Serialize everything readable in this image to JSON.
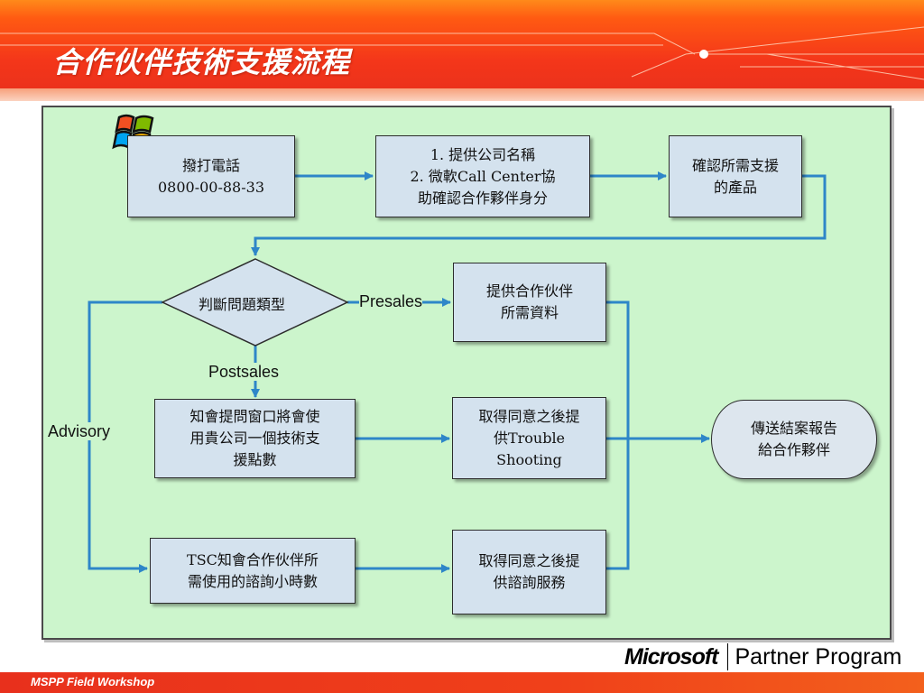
{
  "slide": {
    "title": "合作伙伴技術支援流程",
    "footer_text": "MSPP Field Workshop",
    "brand_company": "Microsoft",
    "brand_program": "Partner Program"
  },
  "flow": {
    "call": "撥打電話\n0800-00-88-33",
    "provide_company": "1. 提供公司名稱\n2. 微軟Call Center協\n助確認合作夥伴身分",
    "confirm_product": "確認所需支援\n的產品",
    "decision": "判斷問題類型",
    "label_presales": "Presales",
    "label_postsales": "Postsales",
    "label_advisory": "Advisory",
    "presales_info": "提供合作伙伴\n所需資料",
    "notify_points": "知會提問窗口將會使\n用貴公司一個技術支\n援點數",
    "troubleshooting": "取得同意之後提\n供Trouble\nShooting",
    "tsc_hours": "TSC知會合作伙伴所\n需使用的諮詢小時數",
    "consulting": "取得同意之後提\n供諮詢服務",
    "report": "傳送結案報告\n給合作夥伴"
  },
  "colors": {
    "panel_bg": "#ccf5cc",
    "box_fill": "#d4e2ee",
    "arrow": "#2e86c8",
    "header_red": "#f4361a"
  }
}
